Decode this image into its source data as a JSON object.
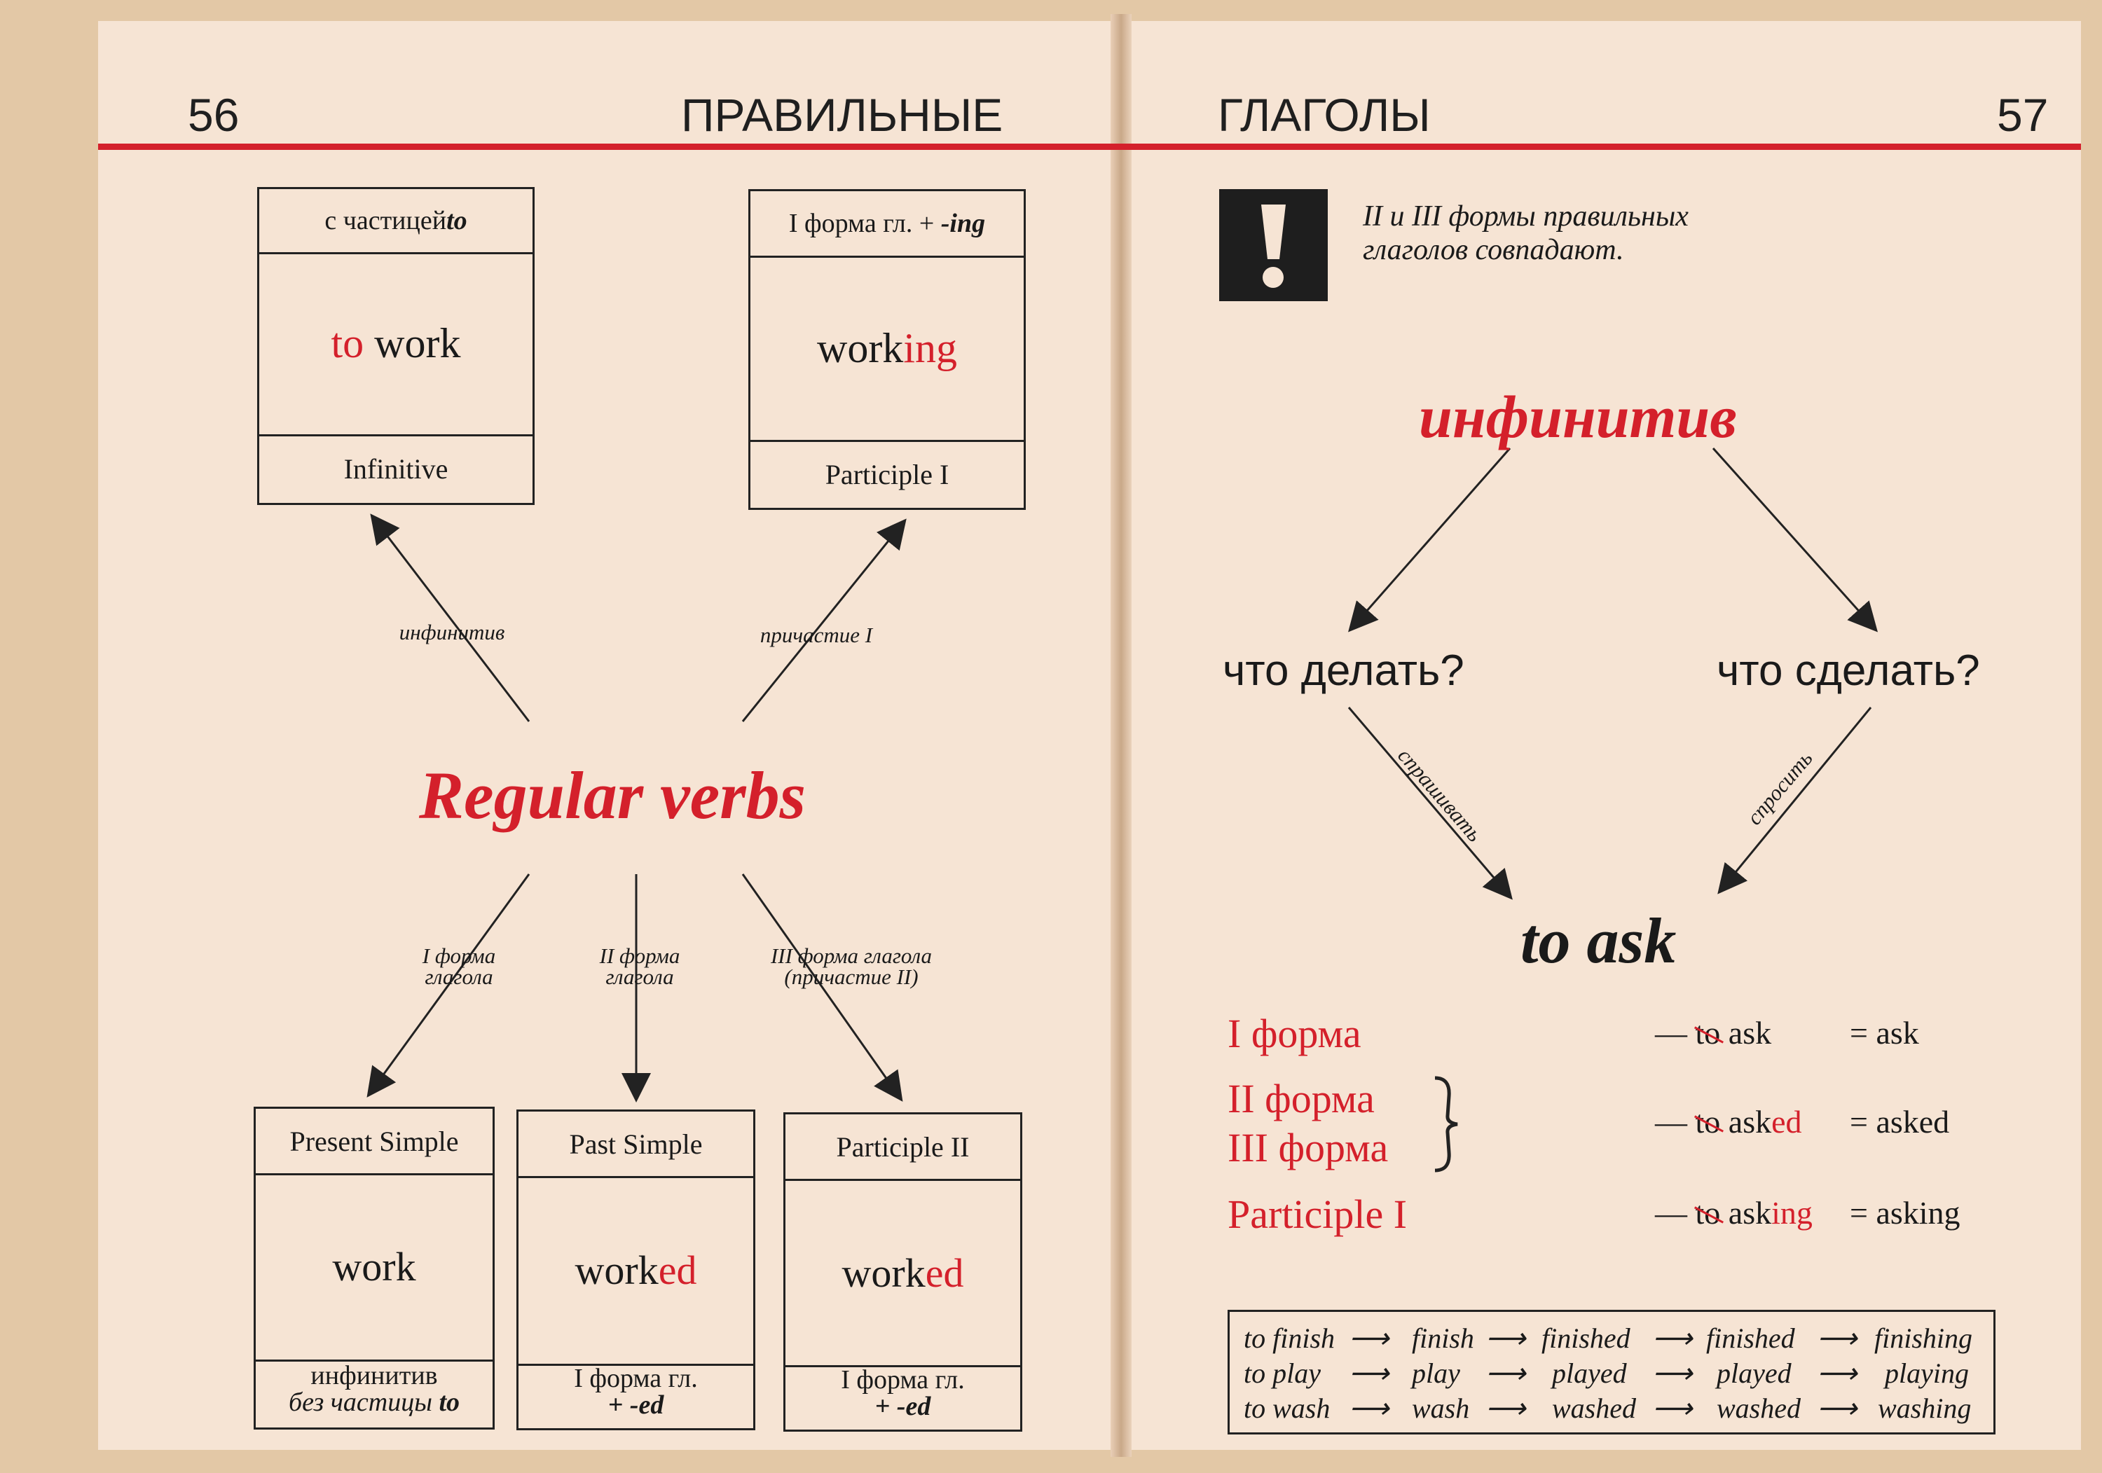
{
  "header": {
    "left_page_number": "56",
    "left_title": "ПРАВИЛЬНЫЕ",
    "right_title": "ГЛАГОЛЫ",
    "right_page_number": "57"
  },
  "left_page": {
    "infinitive_box": {
      "top_label_prefix": "с частицей ",
      "top_label_particle": "to",
      "word_red": "to",
      "word_black": " work",
      "bottom_label": "Infinitive"
    },
    "participle1_box": {
      "top_label_prefix": "I форма гл. + ",
      "top_label_suffix": "-ing",
      "word_black": "work",
      "word_red": "ing",
      "bottom_label": "Participle I"
    },
    "arrow_label_infinitive": "инфинитив",
    "arrow_label_participle": "причастие I",
    "center_title": "Regular verbs",
    "branch_label_1": [
      "I форма",
      "глагола"
    ],
    "branch_label_2": [
      "II форма",
      "глагола"
    ],
    "branch_label_3": [
      "III форма глагола",
      "(причастие II)"
    ],
    "present_simple_box": {
      "top_label": "Present Simple",
      "word": "work",
      "bottom_line1": "инфинитив",
      "bottom_line2_prefix": "без частицы ",
      "bottom_line2_particle": "to"
    },
    "past_simple_box": {
      "top_label": "Past Simple",
      "word_black": "work",
      "word_red": "ed",
      "bottom_line1": "I форма гл.",
      "bottom_line2": "+ -ed"
    },
    "participle2_box": {
      "top_label": "Participle II",
      "word_black": "work",
      "word_red": "ed",
      "bottom_line1": "I форма гл.",
      "bottom_line2": "+ -ed"
    }
  },
  "right_page": {
    "note_icon": "exclamation-icon",
    "note_line1": "II и III формы правильных",
    "note_line2": "глаголов совпадают.",
    "title": "инфинитив",
    "q_left": "что делать?",
    "q_right": "что сделать?",
    "label_left": "спрашивать",
    "label_right": "спросить",
    "center_word": "to ask",
    "forms": [
      {
        "label": "I форма",
        "dash": "— ",
        "struck": "to",
        "base": " ask",
        "suffix": "",
        "eq": "= ask"
      },
      {
        "label": "II форма",
        "label2": "III форма",
        "dash": "— ",
        "struck": "to",
        "base": " ask",
        "suffix": "ed",
        "eq": "= asked"
      },
      {
        "label": "Participle I",
        "dash": "— ",
        "struck": "to",
        "base": " ask",
        "suffix": "ing",
        "eq": "= asking"
      }
    ],
    "examples": [
      [
        "to finish",
        "finish",
        "finished",
        "finished",
        "finishing"
      ],
      [
        "to play",
        "play",
        "played",
        "played",
        "playing"
      ],
      [
        "to wash",
        "wash",
        "washed",
        "washed",
        "washing"
      ]
    ],
    "colors": {
      "accent": "#d4202b",
      "ink": "#1a1a1a",
      "paper": "#f6e4d4"
    }
  }
}
